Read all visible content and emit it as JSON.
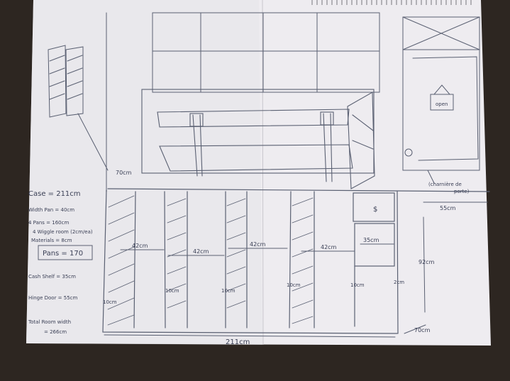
{
  "sketch": {
    "notes": {
      "case": "Case = 211cm",
      "width_pans": "Width Pan = 40cm",
      "four_pans": "4 Pans = 160cm",
      "wiggle": "4 Wiggle room (2cm/ea)",
      "materials": "Materials = 8cm",
      "pans_total": "Pans = 170",
      "cash_shelf": "Cash Shelf = 35cm",
      "hinge_door": "Hinge Door = 55cm",
      "total_room_1": "Total Room width",
      "total_room_2": "= 266cm"
    },
    "dimensions": {
      "counter_width": "211cm",
      "gap_1": "42cm",
      "gap_2": "42cm",
      "gap_3": "42cm",
      "gap_4": "42cm",
      "cash_width": "35cm",
      "door_width": "55cm",
      "door_height": "92cm",
      "top_depth": "70cm",
      "corner_depth": "70cm",
      "gap_h1": "10cm",
      "gap_h2": "10cm",
      "gap_h3": "10cm",
      "gap_h4": "2cm",
      "gap_h5": "10cm",
      "side_h": "10cm"
    },
    "door_sign": "open",
    "hinge_label_1": "(charnière de",
    "hinge_label_2": "porte)",
    "cash_symbol": "$"
  }
}
